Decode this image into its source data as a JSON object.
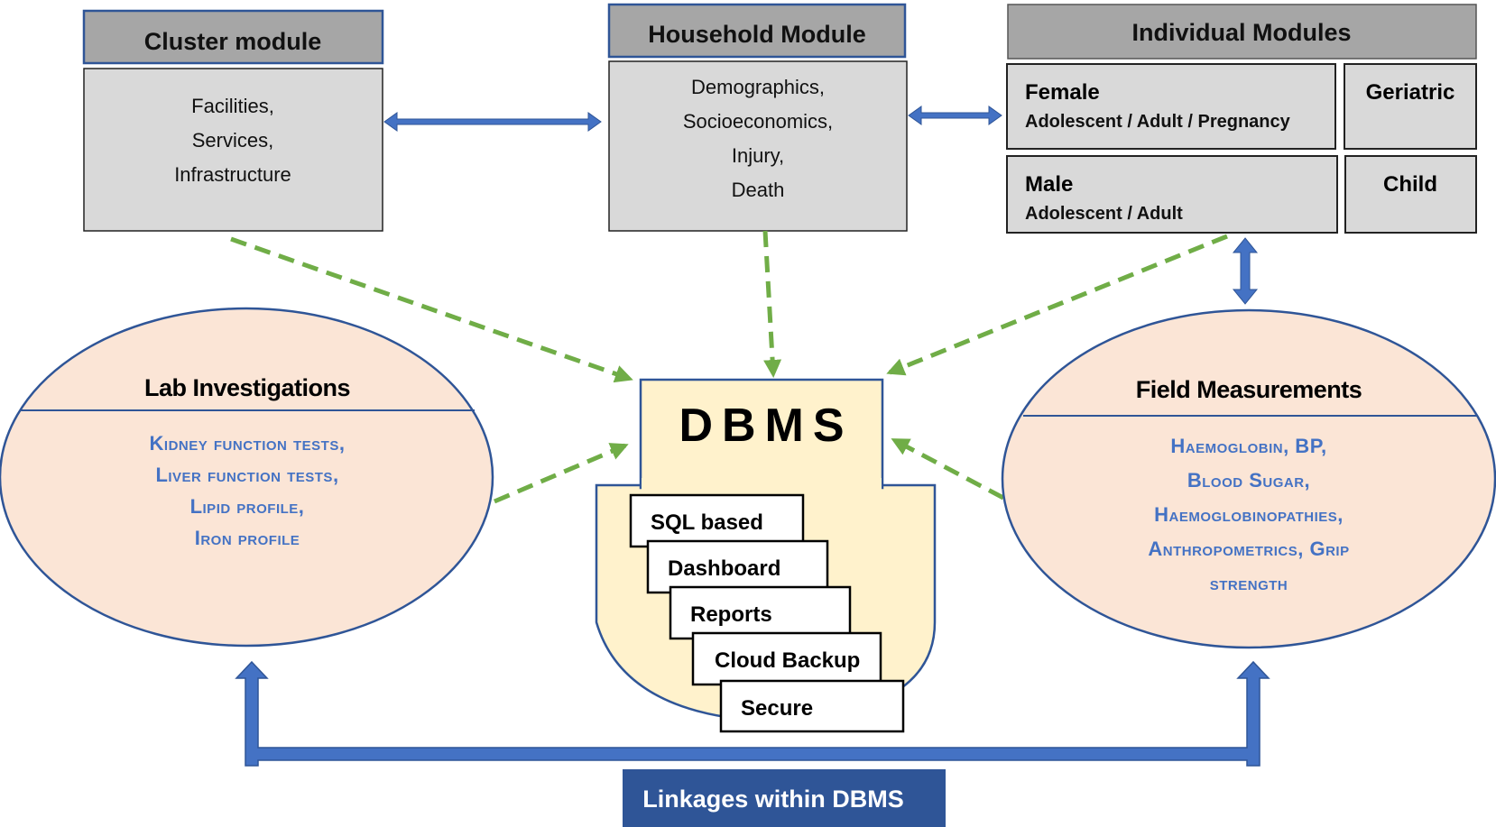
{
  "cluster_module": {
    "title": "Cluster module",
    "items": [
      "Facilities,",
      "Services,",
      "Infrastructure"
    ]
  },
  "household_module": {
    "title": "Household Module",
    "items": [
      "Demographics,",
      "Socioeconomics,",
      "Injury,",
      "Death"
    ]
  },
  "individual_modules": {
    "title": "Individual Modules",
    "female": {
      "label": "Female",
      "sub": "Adolescent / Adult / Pregnancy"
    },
    "geriatric": {
      "label": "Geriatric"
    },
    "male": {
      "label": "Male",
      "sub": "Adolescent / Adult"
    },
    "child": {
      "label": "Child"
    }
  },
  "lab_investigations": {
    "title": "Lab Investigations",
    "items": [
      "Kidney function tests,",
      "Liver function tests,",
      "Lipid profile,",
      "Iron profile"
    ]
  },
  "field_measurements": {
    "title": "Field Measurements",
    "items": [
      "Haemoglobin, BP,",
      "Blood Sugar,",
      "Haemoglobinopathies,",
      "Anthropometrics, Grip",
      "strength"
    ]
  },
  "dbms": {
    "title": "DBMS",
    "features": [
      "SQL based",
      "Dashboard",
      "Reports",
      "Cloud Backup",
      "Secure"
    ]
  },
  "linkages": {
    "label": "Linkages within DBMS"
  },
  "colors": {
    "header_fill": "#a6a6a6",
    "box_fill": "#d9d9d9",
    "oval_fill": "#fbe5d6",
    "dbms_fill": "#fff2cc",
    "blue_arrow": "#4472c4",
    "green_dash": "#70ad47",
    "link_fill": "#2f5597"
  }
}
